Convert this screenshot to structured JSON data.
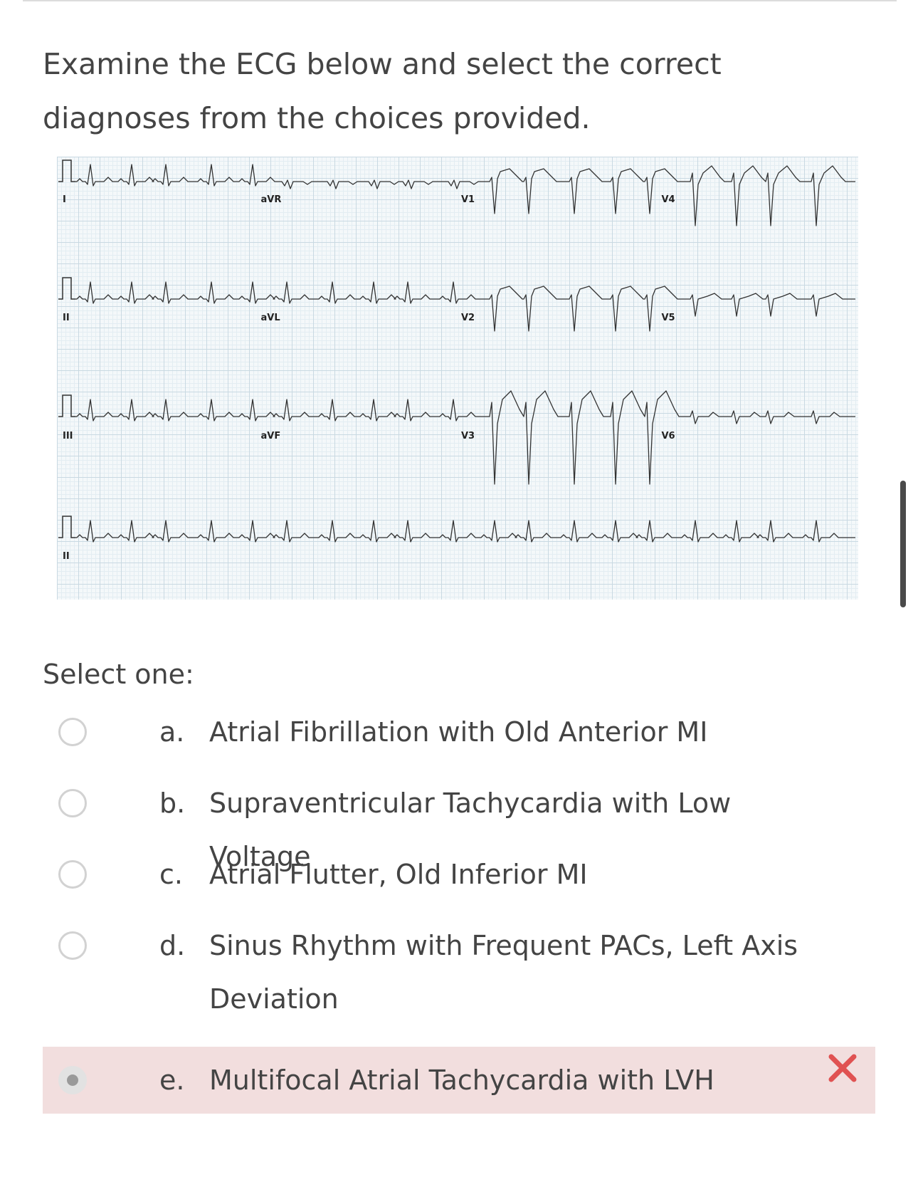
{
  "question": {
    "text": "Examine the ECG below and select the correct diagnoses from the choices provided."
  },
  "ecg": {
    "lead_labels": [
      "I",
      "aVR",
      "V1",
      "V4",
      "II",
      "aVL",
      "V2",
      "V5",
      "III",
      "aVF",
      "V3",
      "V6",
      "II"
    ]
  },
  "prompt": "Select one:",
  "options": [
    {
      "letter": "a.",
      "text": "Atrial Fibrillation with Old Anterior MI",
      "selected": false
    },
    {
      "letter": "b.",
      "text": "Supraventricular Tachycardia with Low Voltage",
      "selected": false
    },
    {
      "letter": "c.",
      "text": "Atrial Flutter, Old Inferior MI",
      "selected": false
    },
    {
      "letter": "d.",
      "text": "Sinus Rhythm with Frequent PACs, Left Axis Deviation",
      "selected": false
    },
    {
      "letter": "e.",
      "text": "Multifocal Atrial Tachycardia with LVH",
      "selected": true,
      "feedback": "incorrect"
    }
  ],
  "colors": {
    "selected_background": "#f2dede",
    "incorrect_mark": "#e05252",
    "trace": "#333333",
    "grid": "#c9d9e2"
  },
  "icons": {
    "incorrect": "close-x-icon",
    "radio": "radio-circle-icon"
  }
}
